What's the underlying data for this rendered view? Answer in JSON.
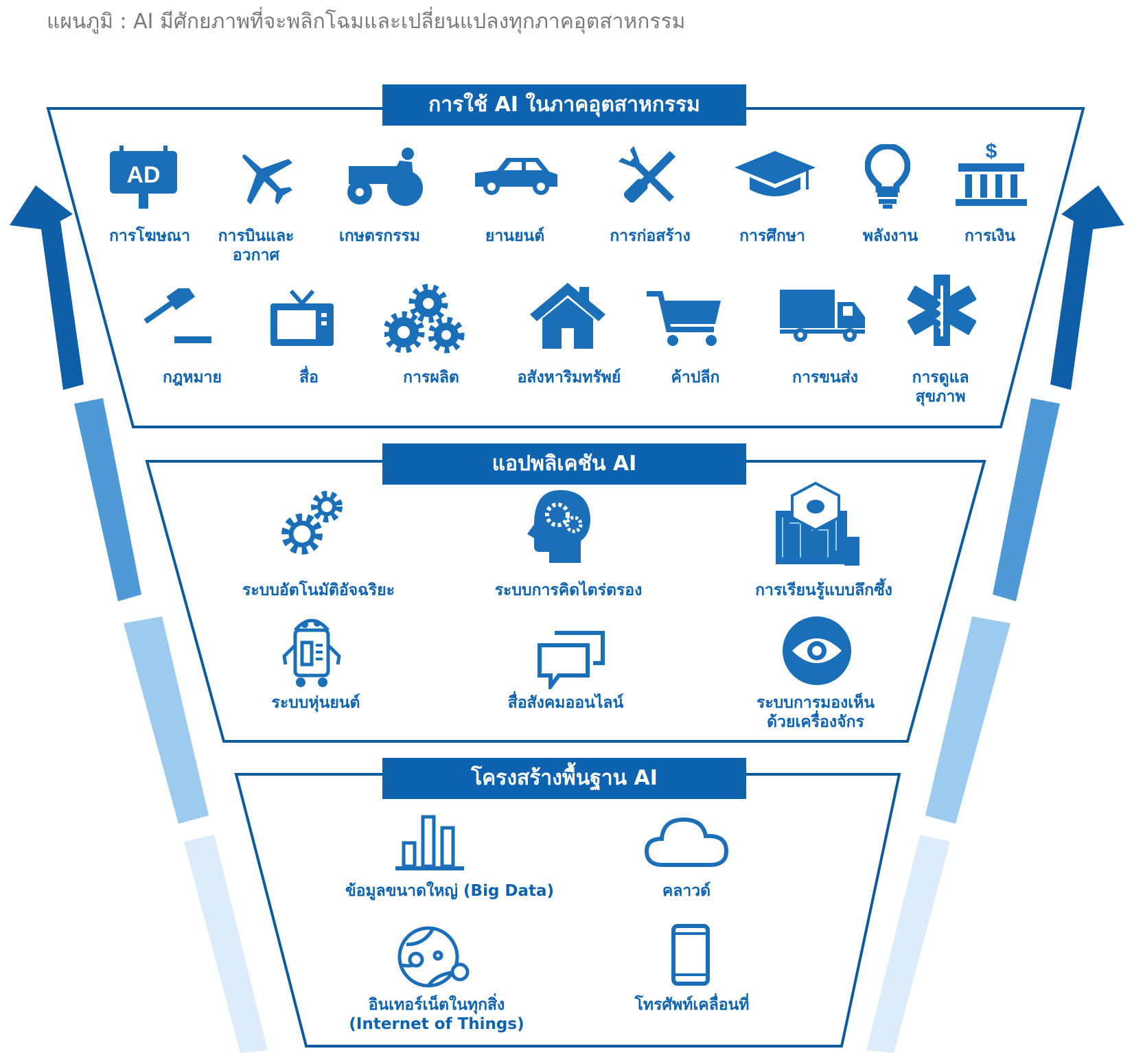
{
  "caption": "แผนภูมิ : AI มีศักยภาพที่จะพลิกโฉมและเปลี่ยนแปลงทุกภาคอุตสาหกรรม",
  "colors": {
    "brand_blue": "#0e63b0",
    "icon_blue": "#1a6fb8",
    "arrow_light": "#dbeefb"
  },
  "sections": {
    "industry": {
      "title": "การใช้ AI ในภาคอุตสาหกรรม",
      "items": [
        {
          "label": "การโฆษณา",
          "icon": "ad-billboard-icon",
          "ad_text": "AD"
        },
        {
          "label": "การบินและ\nอวกาศ",
          "icon": "airplane-icon"
        },
        {
          "label": "เกษตรกรรม",
          "icon": "tractor-icon"
        },
        {
          "label": "ยานยนต์",
          "icon": "car-icon"
        },
        {
          "label": "การก่อสร้าง",
          "icon": "tools-icon"
        },
        {
          "label": "การศึกษา",
          "icon": "graduation-cap-icon"
        },
        {
          "label": "พลังงาน",
          "icon": "lightbulb-icon"
        },
        {
          "label": "การเงิน",
          "icon": "bank-icon",
          "currency": "$"
        },
        {
          "label": "กฎหมาย",
          "icon": "gavel-icon"
        },
        {
          "label": "สื่อ",
          "icon": "tv-icon"
        },
        {
          "label": "การผลิต",
          "icon": "gears-icon"
        },
        {
          "label": "อสังหาริมทรัพย์",
          "icon": "house-icon"
        },
        {
          "label": "ค้าปลีก",
          "icon": "shopping-cart-icon"
        },
        {
          "label": "การขนส่ง",
          "icon": "truck-icon"
        },
        {
          "label": "การดูแล\nสุขภาพ",
          "icon": "medical-star-icon"
        }
      ]
    },
    "applications": {
      "title": "แอปพลิเคชัน AI",
      "items": [
        {
          "label": "ระบบอัตโนมัติอัจฉริยะ",
          "icon": "automation-gears-icon"
        },
        {
          "label": "ระบบการคิดไตร่ตรอง",
          "icon": "thinking-head-icon"
        },
        {
          "label": "การเรียนรู้แบบลึกซึ้ง",
          "icon": "deep-learning-chip-icon"
        },
        {
          "label": "ระบบหุ่นยนต์",
          "icon": "robot-icon"
        },
        {
          "label": "สื่อสังคมออนไลน์",
          "icon": "chat-bubbles-icon"
        },
        {
          "label": "ระบบการมองเห็น\nด้วยเครื่องจักร",
          "icon": "eye-icon"
        }
      ]
    },
    "infrastructure": {
      "title": "โครงสร้างพื้นฐาน AI",
      "items": [
        {
          "label": "ข้อมูลขนาดใหญ่ (Big Data)",
          "icon": "bar-chart-icon"
        },
        {
          "label": "คลาวด์",
          "icon": "cloud-icon"
        },
        {
          "label": "อินเทอร์เน็ตในทุกสิ่ง\n(Internet of Things)",
          "icon": "globe-network-icon"
        },
        {
          "label": "โทรศัพท์เคลื่อนที่",
          "icon": "mobile-phone-icon"
        }
      ]
    }
  }
}
